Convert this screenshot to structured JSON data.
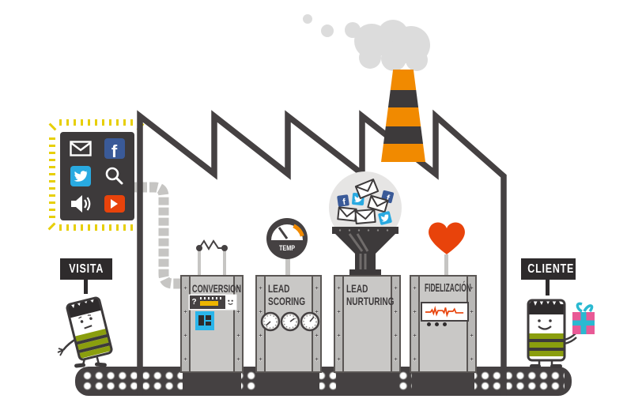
{
  "signs": {
    "visita": "VISITA",
    "cliente": "CLIENTE"
  },
  "machines": [
    {
      "name": "conversion",
      "lines": [
        "CONVERSION",
        ""
      ]
    },
    {
      "name": "lead-scoring",
      "lines": [
        "LEAD",
        "SCORING"
      ]
    },
    {
      "name": "lead-nurturing",
      "lines": [
        "LEAD",
        "NURTURING"
      ]
    },
    {
      "name": "fidelizacion",
      "lines": [
        "FIDELIZACIÓN",
        ""
      ]
    }
  ],
  "gauge": {
    "label": "TEMP"
  },
  "conversion_widget": {
    "question": "?"
  },
  "channels": {
    "facebook_letter": "f",
    "icons": [
      "email",
      "facebook",
      "twitter",
      "search",
      "audio",
      "youtube"
    ]
  },
  "characters": {
    "left": "visitor",
    "right": "client-with-gift"
  },
  "colors": {
    "dark": "#3d3a3b",
    "outline": "#454142",
    "machine_body": "#c9c8c6",
    "machine_column": "#b9b8b6",
    "pipe_grey": "#c6c5c3",
    "smoke": "#dcdcdc",
    "chimney_orange": "#f18a00",
    "accent_orange_red": "#e8430b",
    "facebook_blue": "#3a5a98",
    "twitter_cyan": "#29aae1",
    "window_cyan": "#2ab5ea",
    "progress_yellow": "#edb500",
    "ray_yellow": "#e7cf05",
    "stripe_green": "#8a9e0e",
    "gift_pink": "#e85a96",
    "gift_teal": "#2ab9d1"
  }
}
